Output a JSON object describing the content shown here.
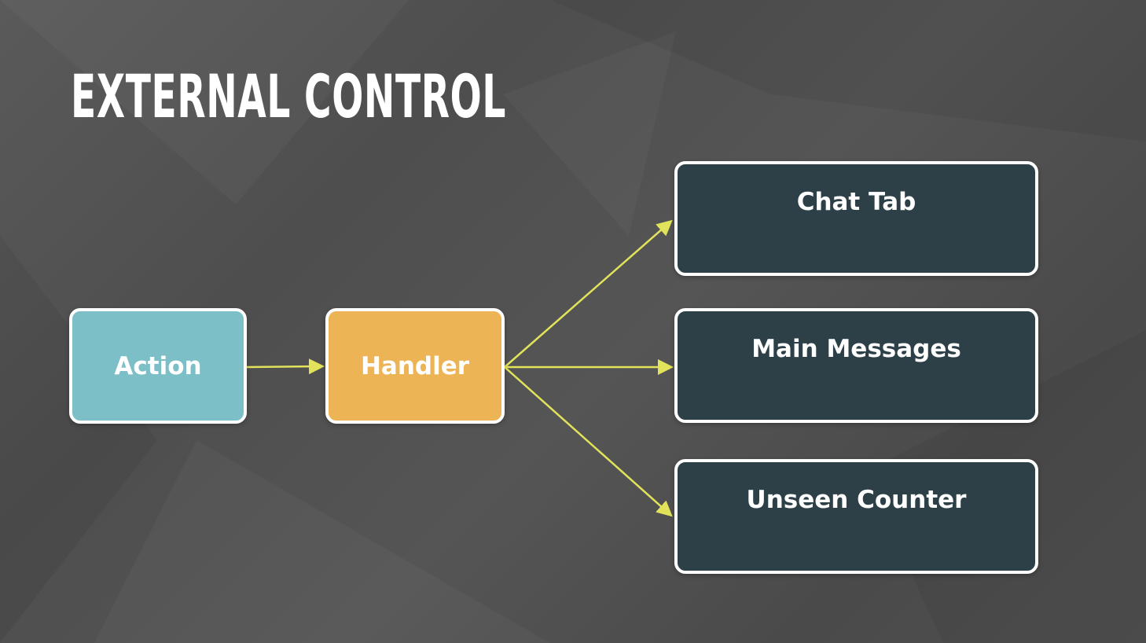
{
  "slide": {
    "title": "EXTERNAL CONTROL"
  },
  "diagram": {
    "source": {
      "label": "Action",
      "color": "#7dbfc7"
    },
    "handler": {
      "label": "Handler",
      "color": "#ecb454"
    },
    "targets": [
      {
        "label": "Chat Tab"
      },
      {
        "label": "Main Messages"
      },
      {
        "label": "Unseen Counter"
      }
    ],
    "target_color": "#2d4047",
    "arrow_color": "#e2e35a"
  }
}
